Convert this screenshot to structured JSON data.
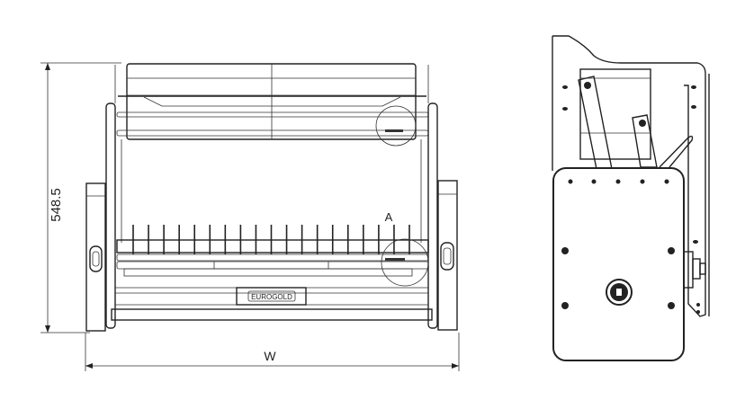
{
  "front_view": {
    "height_dimension": "548.5",
    "width_dimension": "W",
    "detail_label": "A",
    "brand_badge": "EUROGOLD",
    "plate_pin_count": 19
  },
  "side_view": {}
}
